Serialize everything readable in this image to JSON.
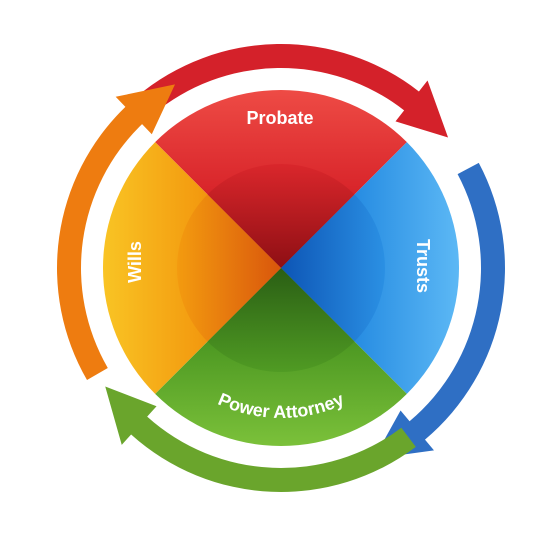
{
  "segments": [
    {
      "id": "probate",
      "label": "Probate",
      "color": "#d9262b",
      "dark": "#8e0f14",
      "light": "#ee4b45"
    },
    {
      "id": "trusts",
      "label": "Trusts",
      "color": "#2a8fe3",
      "dark": "#0d55b5",
      "light": "#5cb8f5"
    },
    {
      "id": "power-attorney",
      "label": "Power Attorney",
      "color": "#4f9a23",
      "dark": "#2a5e14",
      "light": "#7bc13a"
    },
    {
      "id": "wills",
      "label": "Wills",
      "color": "#f39a0f",
      "dark": "#d9560c",
      "light": "#f9c424"
    }
  ],
  "arrows": [
    {
      "id": "red",
      "color": "#d4212a"
    },
    {
      "id": "blue",
      "color": "#2f6fc4"
    },
    {
      "id": "green",
      "color": "#6aa52c"
    },
    {
      "id": "orange",
      "color": "#ee7c10"
    }
  ]
}
